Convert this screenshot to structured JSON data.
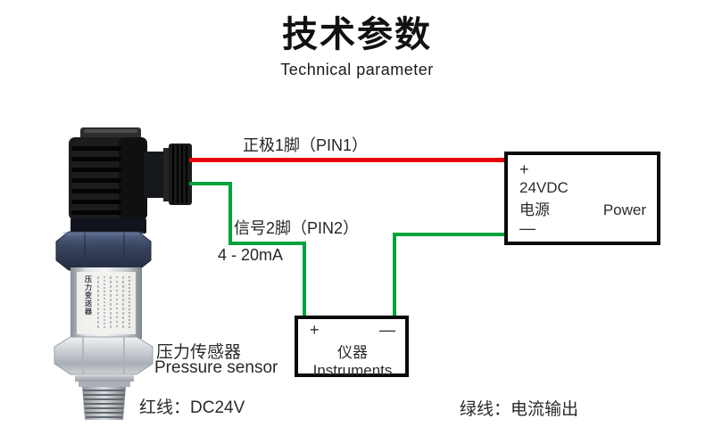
{
  "header": {
    "title_zh": "技术参数",
    "title_en": "Technical parameter"
  },
  "wiring": {
    "pin1_label": "正极1脚（PIN1）",
    "pin2_label": "信号2脚（PIN2）",
    "signal_range": "4 - 20mA",
    "red_wire_color": "#e8000f",
    "green_wire_color": "#00a23c",
    "red_note": "红线：DC24V",
    "green_note": "绿线：电流输出"
  },
  "power_box": {
    "plus": "+",
    "voltage": "24VDC",
    "label_zh": "电源",
    "label_en": "Power",
    "minus": "—"
  },
  "instruments_box": {
    "plus": "+",
    "minus": "—",
    "label_zh": "仪器",
    "label_en": "Instruments"
  },
  "sensor": {
    "label_zh": "压力传感器",
    "label_en": "Pressure sensor",
    "body_text": "压力变送器"
  }
}
